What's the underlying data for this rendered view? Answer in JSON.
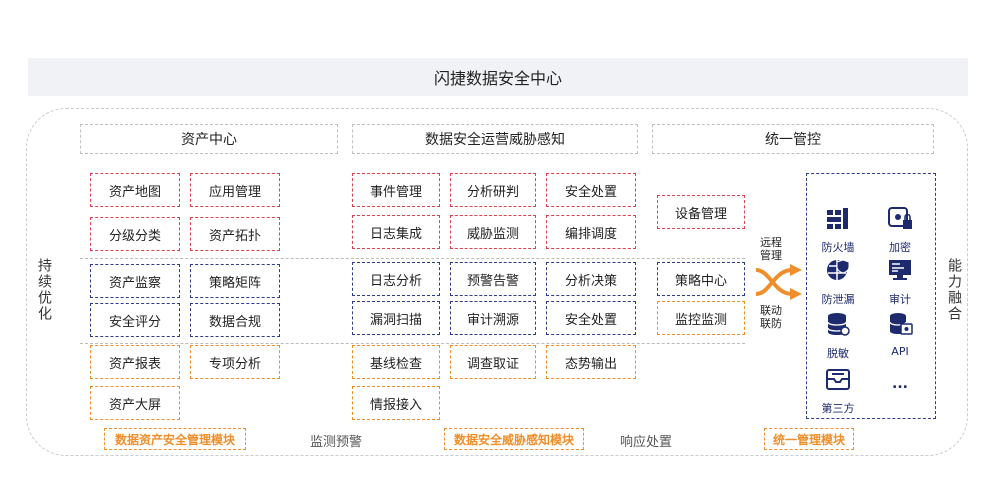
{
  "title": "闪捷数据安全中心",
  "side_left": "持续优化",
  "side_right": "能力融合",
  "columns": {
    "asset": {
      "header": "资产中心",
      "red": [
        "资产地图",
        "应用管理",
        "分级分类",
        "资产拓扑"
      ],
      "blue": [
        "资产监察",
        "策略矩阵",
        "安全评分",
        "数据合规"
      ],
      "orange": [
        "资产报表",
        "专项分析",
        "资产大屏"
      ],
      "module": "数据资产安全管理模块"
    },
    "ops": {
      "header": "数据安全运营威胁感知",
      "red": [
        "事件管理",
        "分析研判",
        "安全处置",
        "日志集成",
        "威胁监测",
        "编排调度"
      ],
      "blue": [
        "日志分析",
        "预警告警",
        "分析决策",
        "漏洞扫描",
        "审计溯源",
        "安全处置"
      ],
      "orange": [
        "基线检查",
        "调查取证",
        "态势输出",
        "情报接入"
      ],
      "module": "数据安全威胁感知模块"
    },
    "control": {
      "header": "统一管控",
      "red": [
        "设备管理"
      ],
      "blue": [
        "策略中心"
      ],
      "orange": [
        "监控监测"
      ],
      "remote": [
        "远程",
        "管理"
      ],
      "linkage": [
        "联动",
        "联防"
      ],
      "module": "统一管理模块"
    }
  },
  "bottom_labels": {
    "monitor": "监测预警",
    "response": "响应处置"
  },
  "devices": [
    {
      "label": "防火墙",
      "icon": "firewall-icon"
    },
    {
      "label": "加密",
      "icon": "encryption-icon"
    },
    {
      "label": "防泄漏",
      "icon": "leak-prevention-icon"
    },
    {
      "label": "审计",
      "icon": "audit-icon"
    },
    {
      "label": "脱敏",
      "icon": "masking-icon"
    },
    {
      "label": "API",
      "icon": "api-icon"
    },
    {
      "label": "第三方",
      "icon": "third-party-icon"
    },
    {
      "label": "...",
      "icon": "more-icon"
    }
  ],
  "colors": {
    "red": "#d9434e",
    "blue": "#2f3c8c",
    "orange": "#ef8f2c",
    "navy": "#1d2a6e"
  }
}
